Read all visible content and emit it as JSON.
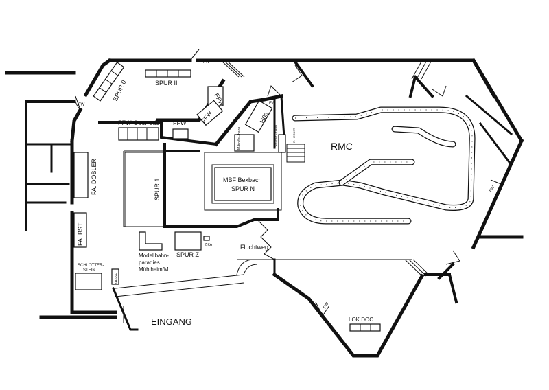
{
  "labels": {
    "spur0": "SPUR 0",
    "spur2": "SPUR II",
    "ffw1": "FFW",
    "ffw2": "FFW",
    "ffw_oberroden": "FFW-Oberroden",
    "ffw3": "FFW",
    "ffw4": "FFW",
    "fw_top": "FW",
    "fw_left": "FW",
    "fw_mid": "FW",
    "fw_right": "FW",
    "fw_bottom": "FW",
    "h0e": "H0e",
    "strassenbahn": "Straßen-\nbahn",
    "mkoffer": "M-Koffer-\nbahn",
    "rherbst": "R. HERBST",
    "rmc": "RMC",
    "mbf1": "MBF Bexbach",
    "mbf2": "SPUR N",
    "spur1": "SPUR 1",
    "fa_dobler": "FA. DÖBLER",
    "fa_bst": "FA. BST",
    "modell1": "Modellbahn-",
    "modell2": "paradies",
    "modell3": "Mühlheim/M.",
    "spurz": "SPUR Z",
    "zka": "Z KA",
    "fluchtweg": "Fluchtweg",
    "schlotter1": "SCHLOTTER-",
    "schlotter2": "STEIN",
    "kasse": "KASSE",
    "eingang": "EINGANG",
    "lokdoc": "LOK DOC"
  }
}
